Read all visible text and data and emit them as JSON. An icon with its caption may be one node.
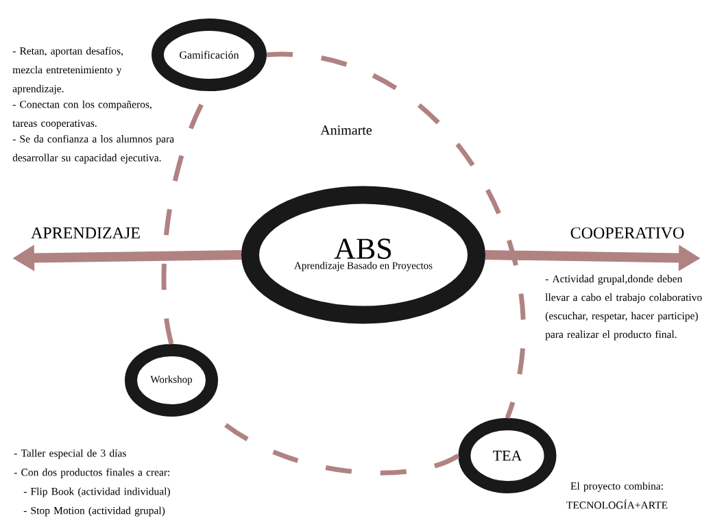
{
  "diagram": {
    "nodes": [
      {
        "text": [
          "ABS",
          "Aprendizaje Basado en Proyectos"
        ]
      },
      {
        "text": [
          "Gamificación"
        ],
        "beside": [
          "- Retan, aportan desafíos, mezcla entretenimiento y aprendizaje.",
          "- Conectan con los compañeros, tareas cooperativas.",
          "- Se da confianza a los alumnos para desarrollar su capacidad ejecutiva."
        ]
      },
      {
        "text": [
          "Workshop"
        ],
        "beside": [
          "- Taller especial de 3 días",
          "- Con dos productos finales a crear:",
          "- Flip Book (actividad individual)",
          "- Stop Motion (actividad grupal)"
        ]
      },
      {
        "text": [
          "TEA"
        ],
        "beside": [
          "El proyecto combina:",
          "TECNOLOGÍA+ARTE"
        ]
      }
    ],
    "edges": [
      {
        "from": 0,
        "to": null,
        "arrow": "to",
        "label": "APRENDIZAJE",
        "style": "thick",
        "color": "#b08282"
      },
      {
        "from": 0,
        "to": null,
        "arrow": "to",
        "label": "COOPERATIVO",
        "style": "thick",
        "color": "#b08282"
      },
      {
        "from": 1,
        "to": 3,
        "arrow": "none",
        "style": "dashed",
        "color": "#b08282"
      },
      {
        "from": 3,
        "to": 2,
        "arrow": "none",
        "style": "dashed",
        "color": "#b08282"
      },
      {
        "from": 2,
        "to": 1,
        "arrow": "none",
        "style": "dashed",
        "color": "#b08282"
      }
    ],
    "labels": [
      "Animarte",
      "- Actividad grupal,donde deben llevar a cabo el trabajo colaborativo (escuchar, respetar, hacer participe) para realizar el producto final."
    ]
  }
}
